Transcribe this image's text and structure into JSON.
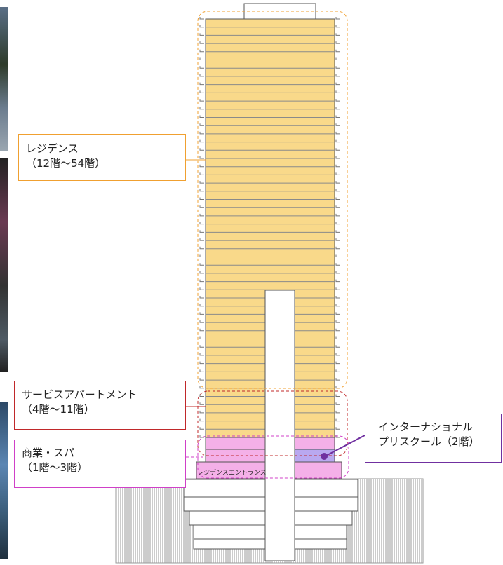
{
  "labels": {
    "residence": {
      "title": "レジデンス",
      "floors": "（12階〜54階）",
      "color": "#f0a030"
    },
    "service_apartment": {
      "title": "サービスアパートメント",
      "floors": "（4階〜11階）",
      "color": "#c0282a"
    },
    "commercial_spa": {
      "title": "商業・スパ",
      "floors": "（1階〜3階）",
      "color": "#d040c8"
    },
    "preschool": {
      "title": "インターナショナル",
      "floors": "プリスクール（2階）",
      "color": "#7030a0"
    },
    "entrance": {
      "text": "レジデンスエントランス"
    }
  },
  "colors": {
    "tower_fill": "#f9d98a",
    "commercial_fill": "#f4b0e8",
    "preschool_fill": "#b9a8f0",
    "floor_line": "#8a8a8a",
    "ground_hatch": "#9a9a9a"
  },
  "floors": {
    "residence": 43,
    "service_apartment": 8,
    "commercial": 3
  }
}
